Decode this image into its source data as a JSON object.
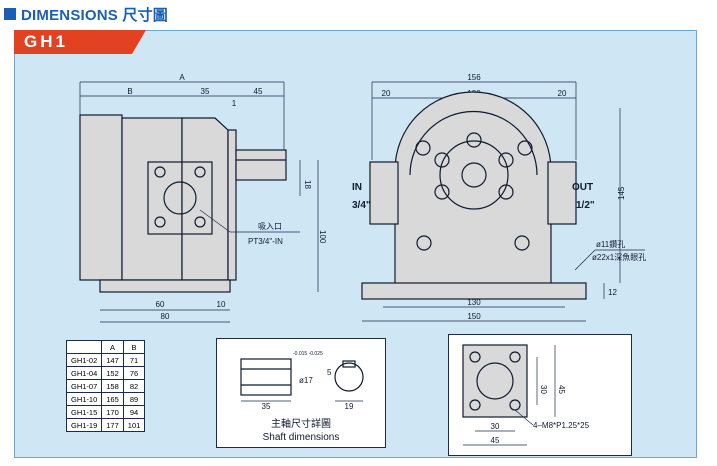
{
  "header": {
    "title": "DIMENSIONS 尺寸圖"
  },
  "model": "GH1",
  "side_view": {
    "dim_A": "A",
    "dim_B": "B",
    "dim_35": "35",
    "dim_45": "45",
    "dim_1": "1",
    "dim_18": "18",
    "dim_100": "100",
    "dim_60": "60",
    "dim_10": "10",
    "dim_80": "80",
    "suction_label": "吸入口",
    "suction_port": "PT3/4\"-IN"
  },
  "front_view": {
    "dim_156": "156",
    "dim_20_left": "20",
    "dim_100": "100",
    "dim_20_right": "20",
    "dim_145": "145",
    "dim_12": "12",
    "dim_130": "130",
    "dim_150": "150",
    "in_label": "IN",
    "in_size": "3/4\"",
    "out_label": "OUT",
    "out_size": "1/2\"",
    "hole_note": "ø11鑽孔",
    "cbore_note": "ø22x1深魚眼孔"
  },
  "spec_table": {
    "headers": [
      "",
      "A",
      "B"
    ],
    "rows": [
      [
        "GH1-02",
        "147",
        "71"
      ],
      [
        "GH1-04",
        "152",
        "76"
      ],
      [
        "GH1-07",
        "158",
        "82"
      ],
      [
        "GH1-10",
        "165",
        "89"
      ],
      [
        "GH1-15",
        "170",
        "94"
      ],
      [
        "GH1-19",
        "177",
        "101"
      ]
    ]
  },
  "shaft": {
    "title_cn": "主軸尺寸詳圖",
    "title_en": "Shaft dimensions",
    "dim_35": "35",
    "dim_19": "19",
    "dim_5": "5",
    "dim_17": "ø17",
    "dim_tol": "-0.015 -0.025"
  },
  "flange": {
    "dim_30_v": "30",
    "dim_45_v": "45",
    "dim_30_h": "30",
    "dim_45_h": "45",
    "thread_note": "4–M8*P1.25*25"
  }
}
